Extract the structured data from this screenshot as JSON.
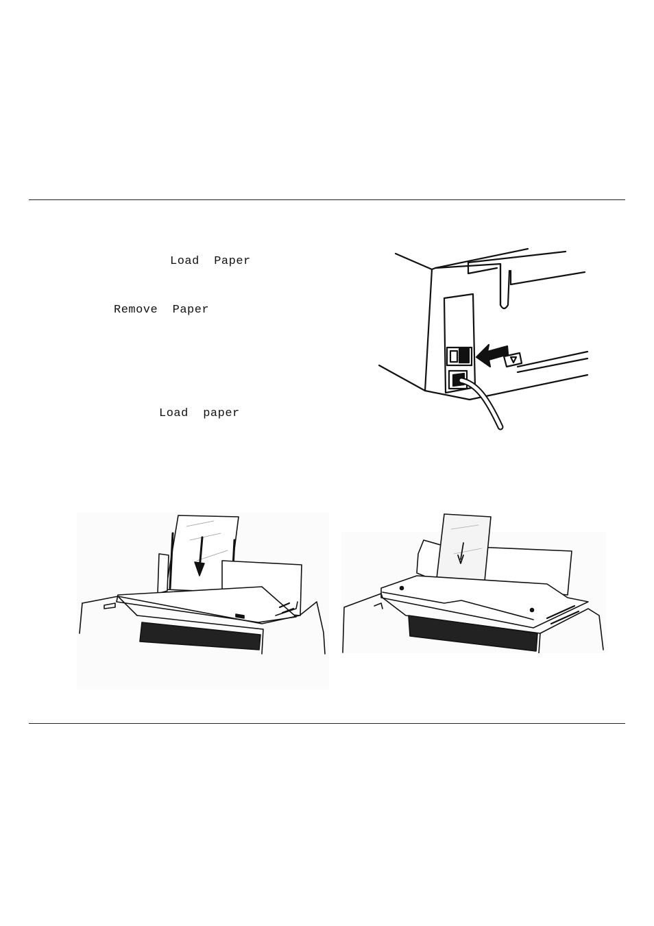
{
  "labels": {
    "load_paper_1": "Load  Paper",
    "remove_paper": "Remove  Paper",
    "load_paper_2": "Load  paper"
  },
  "figures": {
    "power_switch": {
      "icon": "printer-power-switch-illustration"
    },
    "load_left": {
      "icon": "printer-load-paper-illustration"
    },
    "load_right": {
      "icon": "printer-load-paper-illustration"
    }
  }
}
